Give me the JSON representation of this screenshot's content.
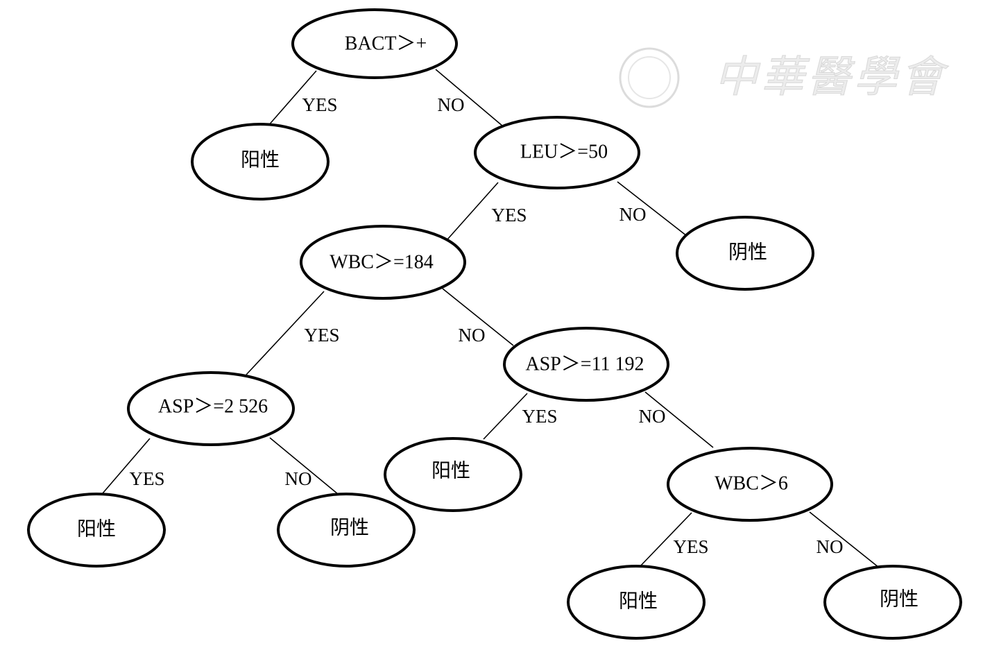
{
  "watermark": {
    "text": "中華醫學會"
  },
  "nodes": {
    "root": "BACT＞+",
    "pos1": "阳性",
    "leu": "LEU＞=50",
    "neg1": "阴性",
    "wbc184": "WBC＞=184",
    "asp2526": "ASP＞=2 526",
    "asp11192": "ASP＞=11 192",
    "pos2": "阳性",
    "neg2": "阴性",
    "pos3": "阳性",
    "wbc6": "WBC＞6",
    "pos4": "阳性",
    "neg3": "阴性"
  },
  "edges": {
    "yes": "YES",
    "no": "NO"
  }
}
